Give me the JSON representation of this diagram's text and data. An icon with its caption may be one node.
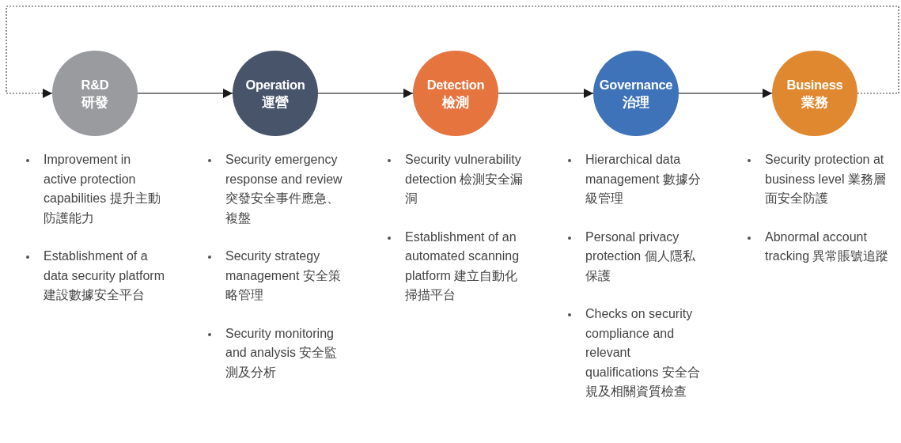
{
  "diagram": {
    "nodes": [
      {
        "text": [
          "R&D",
          "研發"
        ],
        "beside": [
          "Improvement in active protection capabilities 提升主動防護能力",
          "Establishment of a data security platform 建設數據安全平台"
        ]
      },
      {
        "text": [
          "Operation",
          "運營"
        ],
        "beside": [
          "Security emergency response and review 突發安全事件應急、複盤",
          "Security strategy management 安全策略管理",
          "Security monitoring and analysis 安全監測及分析"
        ]
      },
      {
        "text": [
          "Detection",
          "檢測"
        ],
        "beside": [
          "Security vulnerability detection 檢測安全漏洞",
          "Establishment of an automated scanning platform 建立自動化掃描平台"
        ]
      },
      {
        "text": [
          "Governance",
          "治理"
        ],
        "beside": [
          "Hierarchical data management 數據分級管理",
          "Personal privacy protection 個人隱私保護",
          "Checks on security compliance and relevant qualifications 安全合規及相關資質檢查"
        ]
      },
      {
        "text": [
          "Business",
          "業務"
        ],
        "beside": [
          "Security protection at business level 業務層面安全防護",
          "Abnormal account tracking 異常賬號追蹤"
        ]
      }
    ],
    "edges": [
      {
        "from": 0,
        "to": 1,
        "arrow": "to"
      },
      {
        "from": 1,
        "to": 2,
        "arrow": "to"
      },
      {
        "from": 2,
        "to": 3,
        "arrow": "to"
      },
      {
        "from": 3,
        "to": 4,
        "arrow": "to"
      },
      {
        "from": 4,
        "to": 0,
        "arrow": "to",
        "style": "dashed"
      }
    ]
  }
}
